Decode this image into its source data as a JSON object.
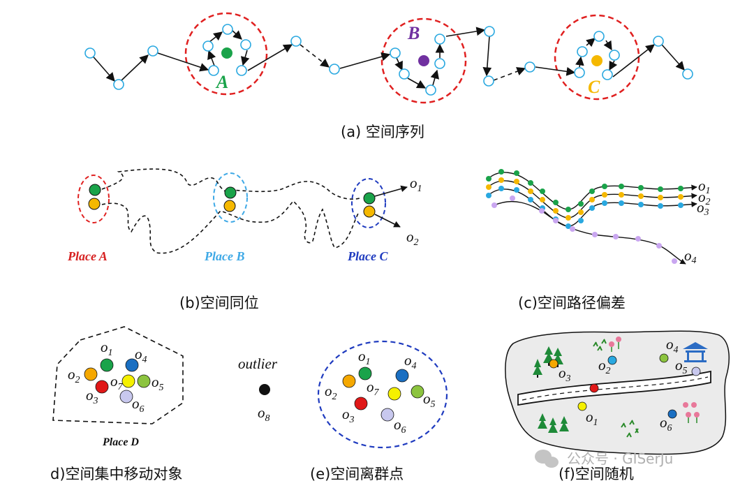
{
  "captions": {
    "a": "(a)  空间序列",
    "b": "(b)空间同位",
    "c": "(c)空间路径偏差",
    "d": "d)空间集中移动对象",
    "e": "(e)空间离群点",
    "f": "(f)空间随机"
  },
  "panel_a": {
    "label_a": "A",
    "label_b": "B",
    "label_c": "C"
  },
  "panel_b": {
    "place_a": "Place A",
    "place_b": "Place B",
    "place_c": "Place C",
    "o1": "o",
    "o1_sub": "1",
    "o2": "o",
    "o2_sub": "2"
  },
  "panel_c": {
    "o1": "o",
    "o1_sub": "1",
    "o2": "o",
    "o2_sub": "2",
    "o3": "o",
    "o3_sub": "3",
    "o4": "o",
    "o4_sub": "4"
  },
  "panel_d": {
    "place_d": "Place D",
    "o1_sub": "1",
    "o2_sub": "2",
    "o3_sub": "3",
    "o4_sub": "4",
    "o5_sub": "5",
    "o6_sub": "6",
    "o7_sub": "7",
    "o_letter": "o"
  },
  "panel_e": {
    "outlier": "outlier",
    "o8_sub": "8",
    "o_letter": "o",
    "o1_sub": "1",
    "o2_sub": "2",
    "o3_sub": "3",
    "o4_sub": "4",
    "o5_sub": "5",
    "o6_sub": "6",
    "o7_sub": "7"
  },
  "panel_f": {
    "o_letter": "o",
    "o1_sub": "1",
    "o2_sub": "2",
    "o3_sub": "3",
    "o4_sub": "4",
    "o5_sub": "5",
    "o6_sub": "6"
  },
  "watermark": "公众号 · GISerJu",
  "colors": {
    "red_dash": "#e02020",
    "cyan_node": "#29a8e0",
    "green": "#1aa34a",
    "purple": "#7030a0",
    "gold": "#f5b800",
    "place_a": "#d62020",
    "place_b": "#3fa9e6",
    "place_c": "#1f3bbf",
    "lilac": "#c9a6f0"
  }
}
